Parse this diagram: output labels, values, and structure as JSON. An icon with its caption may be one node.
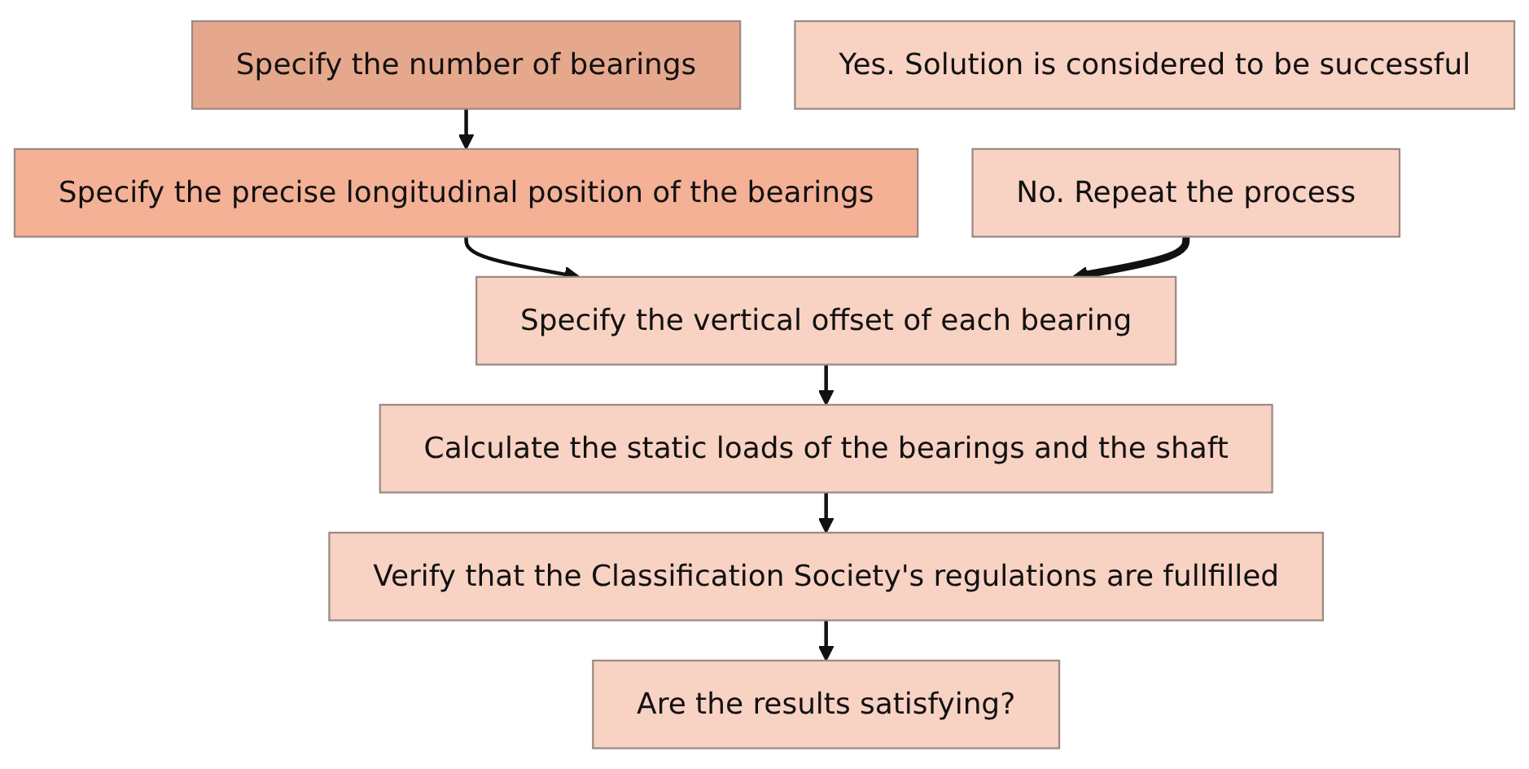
{
  "diagram": {
    "nodes": [
      {
        "text": [
          "Specify the number of bearings"
        ]
      },
      {
        "text": [
          "Specify the precise longitudinal position of the bearings"
        ]
      },
      {
        "text": [
          "Specify the vertical offset of each bearing"
        ]
      },
      {
        "text": [
          "Calculate the static loads of the bearings and the shaft"
        ]
      },
      {
        "text": [
          "Verify that the Classification Society's regulations are fullfilled"
        ]
      },
      {
        "text": [
          "Are the results satisfying?"
        ]
      },
      {
        "text": [
          "No. Repeat the process"
        ]
      },
      {
        "text": [
          "Yes. Solution is considered to be successful"
        ]
      }
    ],
    "edges": [
      {
        "from": 0,
        "to": 1,
        "arrow": "to"
      },
      {
        "from": 1,
        "to": 2,
        "arrow": "to"
      },
      {
        "from": 2,
        "to": 3,
        "arrow": "to"
      },
      {
        "from": 3,
        "to": 4,
        "arrow": "to"
      },
      {
        "from": 4,
        "to": 5,
        "arrow": "to"
      },
      {
        "from": 6,
        "to": 2,
        "arrow": "to",
        "style": "thick"
      }
    ]
  }
}
